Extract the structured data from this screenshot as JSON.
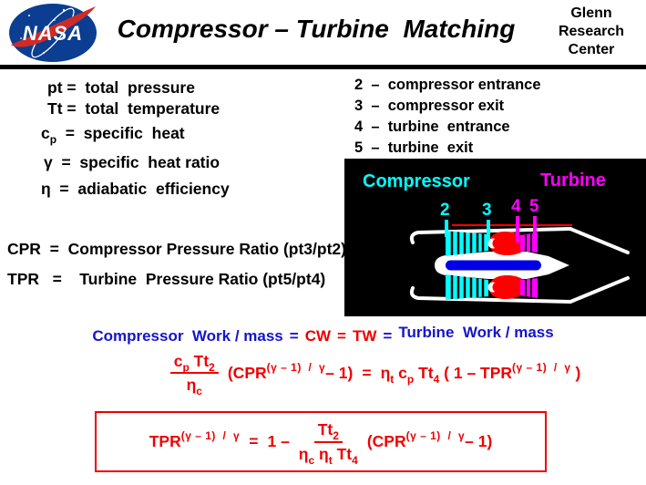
{
  "colors": {
    "cyan": "#00FFFF",
    "magenta": "#FF00FF",
    "red": "#EE0000",
    "blue": "#1414CC",
    "shaft": "#0000E6",
    "nasa_blue": "#0B3D91",
    "nasa_red": "#CE2B28"
  },
  "header": {
    "logo_text": "NASA",
    "title": "Compressor – Turbine  Matching",
    "org_lines": [
      "Glenn",
      "Research",
      "Center"
    ]
  },
  "definitions": [
    {
      "sym": "pt",
      "sub": "",
      "rest": " =  total  pressure"
    },
    {
      "sym": "Tt",
      "sub": "",
      "rest": " =  total  temperature"
    },
    {
      "sym": "c",
      "sub": "p",
      "rest": "  =  specific  heat"
    },
    {
      "sym": "γ",
      "sub": "",
      "rest": "  =  specific  heat ratio"
    },
    {
      "sym": "η",
      "sub": "",
      "rest": "  =  adiabatic  efficiency"
    }
  ],
  "stations": [
    "2  –  compressor entrance",
    "3  –  compressor exit",
    "4  –  turbine  entrance",
    "5  –  turbine  exit"
  ],
  "ratios": {
    "cpr": "CPR  =  Compressor Pressure Ratio (pt3/pt2)",
    "tpr": "TPR   =    Turbine  Pressure Ratio (pt5/pt4)"
  },
  "diagram": {
    "compressor_label": "Compressor",
    "turbine_label": "Turbine",
    "stations": [
      "2",
      "3",
      "4",
      "5"
    ]
  },
  "work_line": {
    "compressor": "Compressor  Work / mass",
    "eq1": "=",
    "cw": "CW",
    "eq2": "=",
    "tw": "TW",
    "eq3": "=",
    "turbine": "Turbine  Work / mass"
  },
  "equation1": {
    "num_c": "c",
    "num_c_sub": "p",
    "num_t": " Tt",
    "num_t_sub": "2",
    "den_sym": "η",
    "den_sub": "c",
    "cpr_open": "(CPR",
    "cpr_exp": "(γ – 1)  /  γ",
    "cpr_close": "– 1)",
    "equals": "=",
    "eta": "η",
    "eta_sub": "t",
    "c2": " c",
    "c2_sub": "p",
    "t4": " Tt",
    "t4_sub": "4",
    "tpr_open": " ( 1 – TPR",
    "tpr_exp": "(γ – 1)  /  γ",
    "tpr_close": " )"
  },
  "equation2": {
    "lhs": "TPR",
    "lhs_exp": "(γ – 1)  /  γ",
    "equals": "=",
    "one_minus": "1 –",
    "num": "Tt",
    "num_sub": "2",
    "den1": "η",
    "den1_sub": "c",
    "den2": " η",
    "den2_sub": "t",
    "den3": " Tt",
    "den3_sub": "4",
    "rhs_open": "(CPR",
    "rhs_exp": "(γ – 1)  /  γ",
    "rhs_close": "– 1)"
  }
}
